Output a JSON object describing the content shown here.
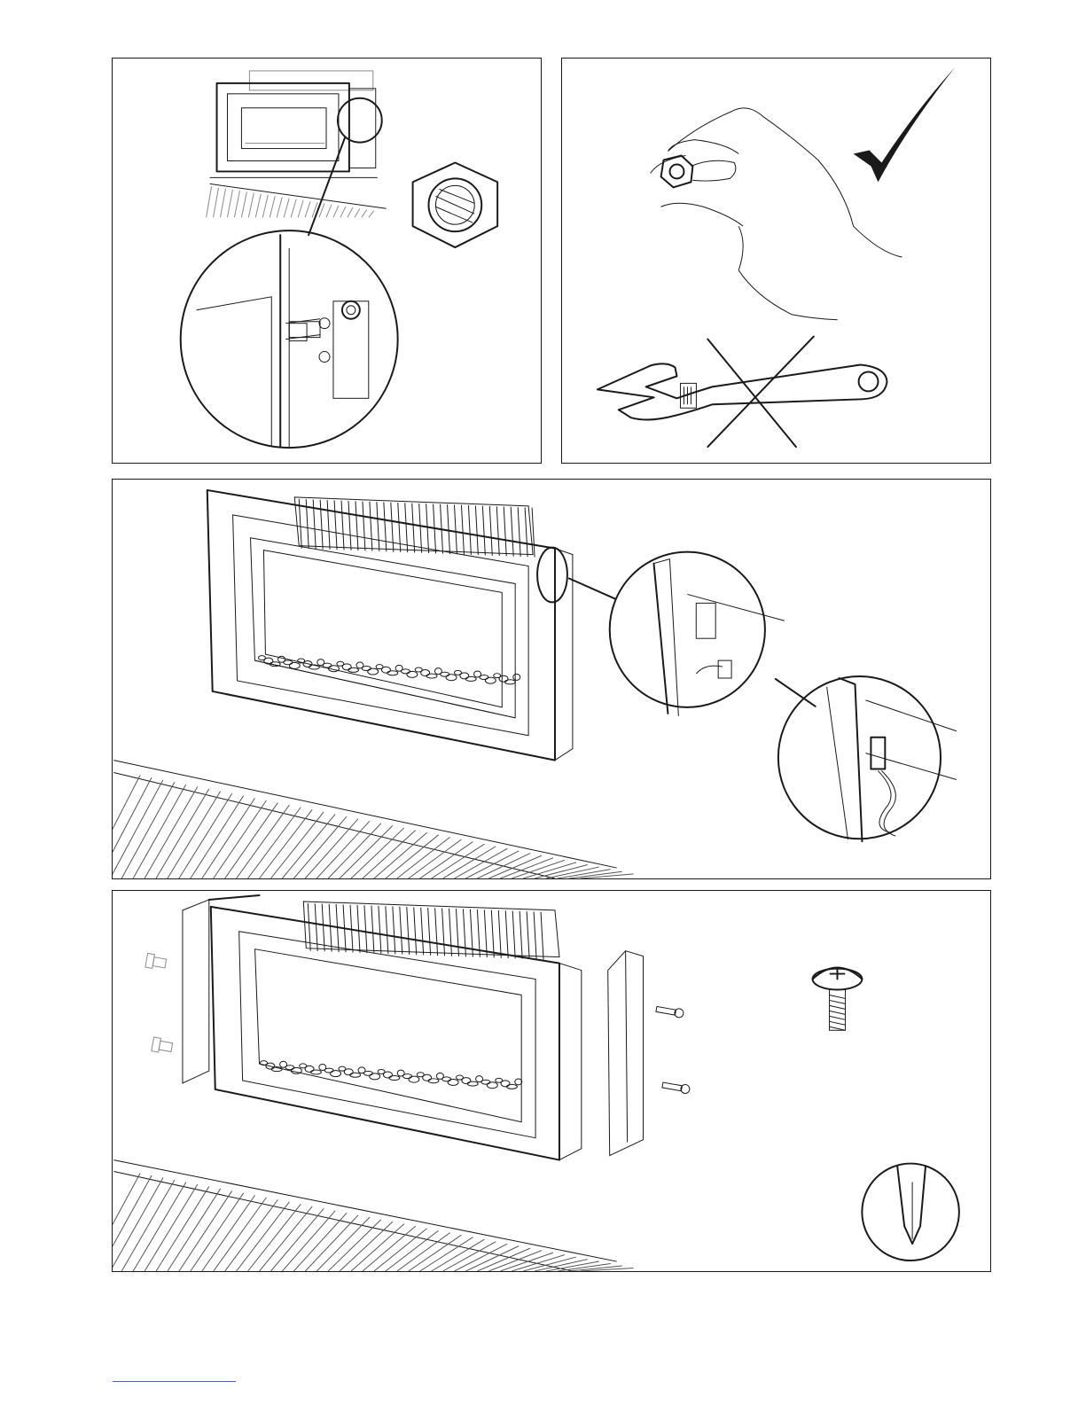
{
  "page": {
    "background": "#ffffff",
    "line_color": "#1a1a1a"
  },
  "panels": [
    {
      "id": "step-1",
      "icons": [
        "fireplace-frame-icon",
        "hex-nut-icon",
        "magnifier-detail-icon"
      ]
    },
    {
      "id": "step-2",
      "icons": [
        "hand-tighten-icon",
        "checkmark-icon",
        "adjustable-wrench-icon",
        "cross-out-icon"
      ]
    },
    {
      "id": "step-3",
      "icons": [
        "fireplace-frame-icon",
        "connector-detail-icon",
        "cable-plug-icon"
      ]
    },
    {
      "id": "step-4",
      "icons": [
        "fireplace-frame-icon",
        "side-trim-icon",
        "screw-icon",
        "phillips-screwdriver-icon"
      ]
    }
  ]
}
